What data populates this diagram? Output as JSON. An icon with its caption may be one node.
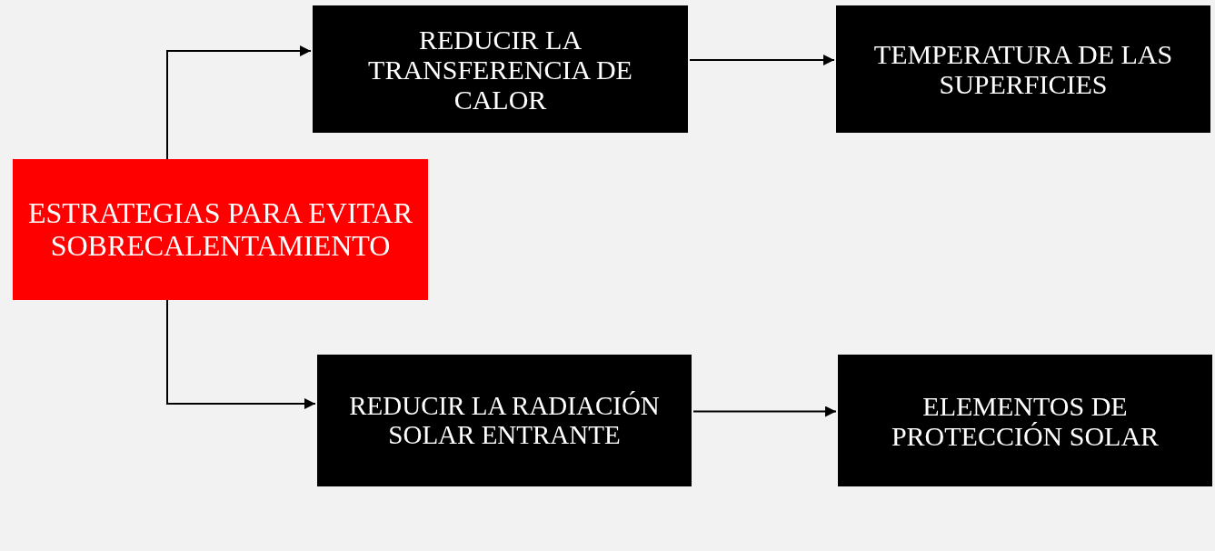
{
  "diagram": {
    "nodes": [
      {
        "text": [
          "ESTRATEGIAS PARA EVITAR SOBRECALENTAMIENTO"
        ]
      },
      {
        "text": [
          "REDUCIR LA TRANSFERENCIA DE CALOR"
        ]
      },
      {
        "text": [
          "TEMPERATURA DE LAS SUPERFICIES"
        ]
      },
      {
        "text": [
          "REDUCIR LA RADIACIÓN SOLAR ENTRANTE"
        ]
      },
      {
        "text": [
          "ELEMENTOS DE PROTECCIÓN SOLAR"
        ]
      }
    ],
    "edges": [
      {
        "from": 0,
        "to": 1,
        "arrow": "to"
      },
      {
        "from": 1,
        "to": 2,
        "arrow": "to"
      },
      {
        "from": 0,
        "to": 3,
        "arrow": "to"
      },
      {
        "from": 3,
        "to": 4,
        "arrow": "to"
      }
    ]
  }
}
